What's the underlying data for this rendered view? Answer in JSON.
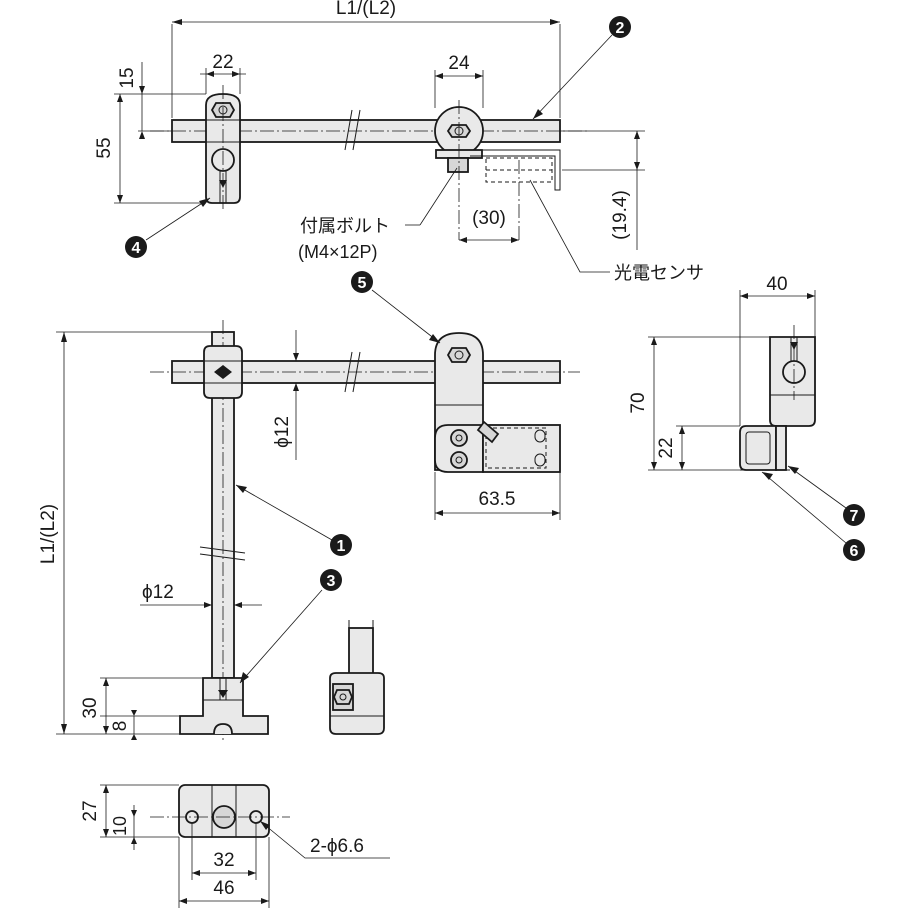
{
  "dimensions": {
    "length_top": "L1/(L2)",
    "length_side": "L1/(L2)",
    "w22": "22",
    "w24": "24",
    "h15": "15",
    "h55": "55",
    "w30": "(30)",
    "h19_4": "(19.4)",
    "dia12_a": "ϕ12",
    "dia12_b": "ϕ12",
    "w63_5": "63.5",
    "w40": "40",
    "h70": "70",
    "h22": "22",
    "h30": "30",
    "h8": "8",
    "h27": "27",
    "h10": "10",
    "w32": "32",
    "w46": "46",
    "holes": "2-ϕ6.6"
  },
  "labels": {
    "bolt_line1": "付属ボルト",
    "bolt_line2": "(M4×12P)",
    "sensor": "光電センサ"
  },
  "callouts": {
    "c1": "1",
    "c2": "2",
    "c3": "3",
    "c4": "4",
    "c5": "5",
    "c6": "6",
    "c7": "7"
  }
}
